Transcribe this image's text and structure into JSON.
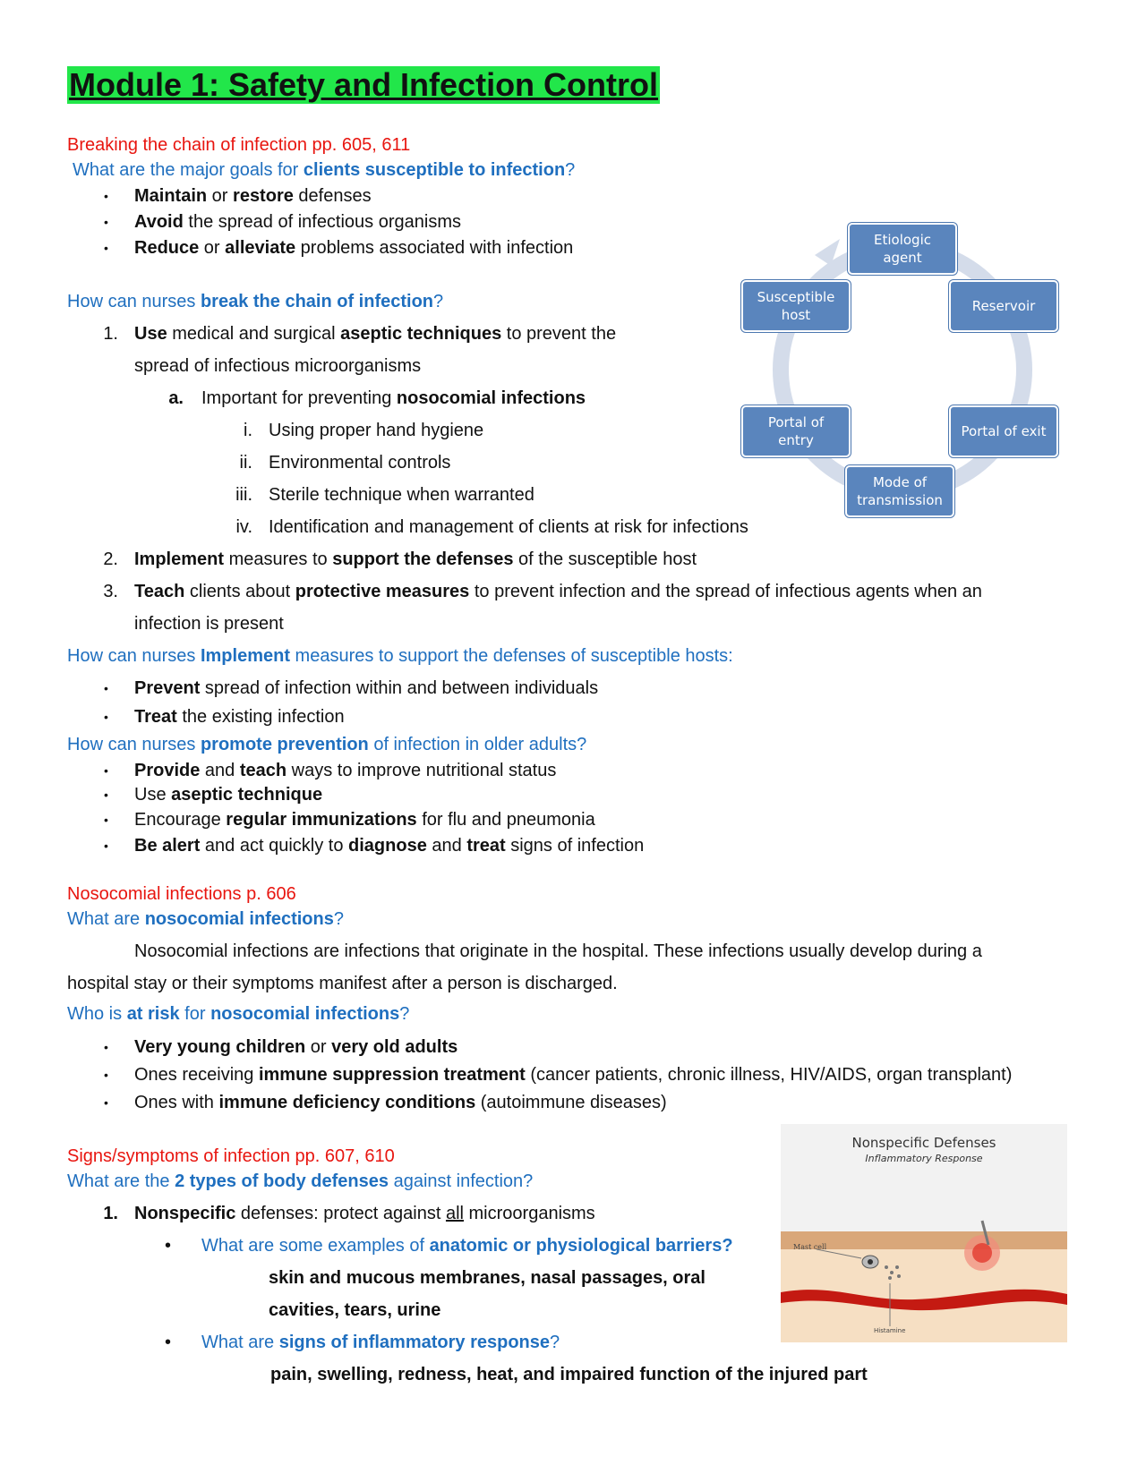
{
  "title": "Module 1: Safety and Infection Control",
  "s1": {
    "heading": "Breaking the chain of infection pp. 605, 611",
    "q1": {
      "a": "What are the major goals for ",
      "b": "clients susceptible to infection",
      "c": "?"
    },
    "goals": [
      {
        "b1": "Maintain",
        "t1": " or ",
        "b2": "restore",
        "t2": " defenses"
      },
      {
        "b1": "Avoid",
        "t2": " the spread of infectious organisms"
      },
      {
        "b1": "Reduce",
        "t1": " or ",
        "b2": "alleviate",
        "t2": " problems associated with infection"
      }
    ],
    "q2": {
      "a": "How can nurses ",
      "b": "break the chain of infection",
      "c": "?"
    },
    "item1": {
      "n": "1.",
      "b1": "Use",
      "t1": " medical and surgical ",
      "b2": "aseptic techniques",
      "t2": " to prevent the",
      "line2": "spread of infectious microorganisms"
    },
    "item1a": {
      "n": "a.",
      "t1": "Important for preventing ",
      "b1": "nosocomial infections"
    },
    "roman": [
      {
        "n": "i.",
        "t": "Using proper hand hygiene"
      },
      {
        "n": "ii.",
        "t": "Environmental controls"
      },
      {
        "n": "iii.",
        "t": "Sterile technique when warranted"
      },
      {
        "n": "iv.",
        "t": "Identification and management of clients at risk for infections"
      }
    ],
    "item2": {
      "n": "2.",
      "b1": "Implement",
      "t1": " measures to ",
      "b2": "support the defenses",
      "t2": " of the susceptible host"
    },
    "item3": {
      "n": "3.",
      "b1": "Teach",
      "t1": " clients about ",
      "b2": "protective measures",
      "t2": " to prevent infection and the spread of infectious agents when an",
      "line2": "infection is present"
    },
    "q3": {
      "a": "How can nurses ",
      "b": "Implement",
      "c": " measures to support the defenses of susceptible hosts:"
    },
    "support": [
      {
        "b1": "Prevent",
        "t1": " spread of infection within and between individuals"
      },
      {
        "b1": "Treat",
        "t1": " the existing infection"
      }
    ],
    "q4": {
      "a": "How can nurses ",
      "b": "promote prevention",
      "c": " of infection in older adults?"
    },
    "older": [
      {
        "b1": "Provide",
        "t1": " and ",
        "b2": "teach",
        "t2": " ways to improve nutritional status"
      },
      {
        "t0": "Use ",
        "b1": "aseptic technique"
      },
      {
        "t0": "Encourage ",
        "b1": "regular immunizations",
        "t1": " for flu and pneumonia"
      },
      {
        "b1": "Be alert",
        "t1": " and act quickly to ",
        "b2": "diagnose",
        "t2": " and ",
        "b3": "treat",
        "t3": " signs of infection"
      }
    ]
  },
  "cycle": {
    "etiologic": [
      "Etiologic",
      "agent"
    ],
    "reservoir": "Reservoir",
    "exit": "Portal of exit",
    "mode": [
      "Mode of",
      "transmission"
    ],
    "entry": [
      "Portal of",
      "entry"
    ],
    "host": [
      "Susceptible",
      "host"
    ],
    "color": "#5a85bd",
    "arrow_color": "#d4dcea"
  },
  "s2": {
    "heading": "Nosocomial infections p. 606",
    "q1": {
      "a": "What are ",
      "b": "nosocomial infections",
      "c": "?"
    },
    "p1": "Nosocomial infections are infections that originate in the hospital. These infections usually develop during a",
    "p2": "hospital stay or their symptoms manifest after a person is discharged.",
    "q2": {
      "a": "Who is ",
      "b": "at risk",
      "c": " for ",
      "d": "nosocomial infections",
      "e": "?"
    },
    "risk": [
      {
        "b1": "Very young children",
        "t1": " or ",
        "b2": "very old adults"
      },
      {
        "t0": "Ones receiving ",
        "b1": "immune suppression treatment",
        "t1": " (cancer patients, chronic illness, HIV/AIDS, organ transplant)"
      },
      {
        "t0": "Ones with ",
        "b1": "immune deficiency conditions",
        "t1": " (autoimmune diseases)"
      }
    ]
  },
  "s3": {
    "heading": "Signs/symptoms of infection pp. 607, 610",
    "q1": {
      "a": "What are the ",
      "b": "2 types of body defenses",
      "c": " against infection?"
    },
    "item1": {
      "n": "1.",
      "b1": "Nonspecific",
      "t1": " defenses: protect against ",
      "u": "all",
      "t2": " microorganisms"
    },
    "qa": {
      "a": "What are some examples of ",
      "b": "anatomic or physiological barriers?"
    },
    "aa1": "skin and mucous membranes, nasal passages, oral",
    "aa2": "cavities, tears, urine",
    "qb": {
      "a": "What are ",
      "b": "signs of inflammatory response",
      "c": "?"
    },
    "ab": "pain, swelling, redness, heat, and impaired function of the injured part"
  },
  "figure": {
    "title": "Nonspecific Defenses",
    "subtitle": "Inflammatory Response",
    "mast": "Mast cell",
    "histamine": "Histamine"
  },
  "colors": {
    "heading_red": "#e8150f",
    "question_blue": "#1f6fbf",
    "title_bg": "#22e64a"
  }
}
